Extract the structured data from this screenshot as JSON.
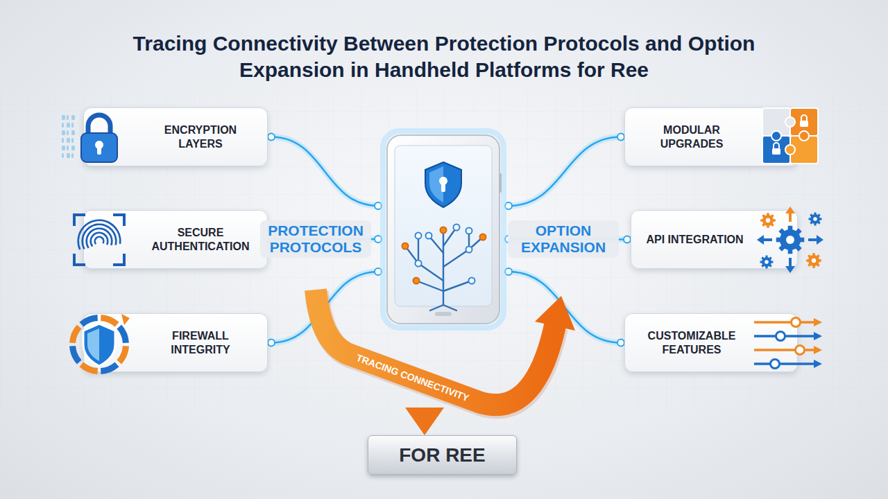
{
  "diagram": {
    "title": "Tracing Connectivity Between Protection Protocols and Option Expansion in Handheld Platforms for Ree",
    "nodes": [
      {
        "text": [
          "ENCRYPTION LAYERS"
        ]
      },
      {
        "text": [
          "MODULAR UPGRADES"
        ]
      },
      {
        "text": [
          "SECURE AUTHENTICATION"
        ]
      },
      {
        "text": [
          "API INTEGRATION"
        ]
      },
      {
        "text": [
          "FIREWALL INTEGRITY"
        ]
      },
      {
        "text": [
          "CUSTOMIZABLE FEATURES"
        ]
      },
      {
        "text": [
          "FOR REE"
        ]
      }
    ],
    "labels": [
      "PROTECTION PROTOCOLS",
      "OPTION EXPANSION",
      "TRACING CONNECTIVITY"
    ]
  }
}
